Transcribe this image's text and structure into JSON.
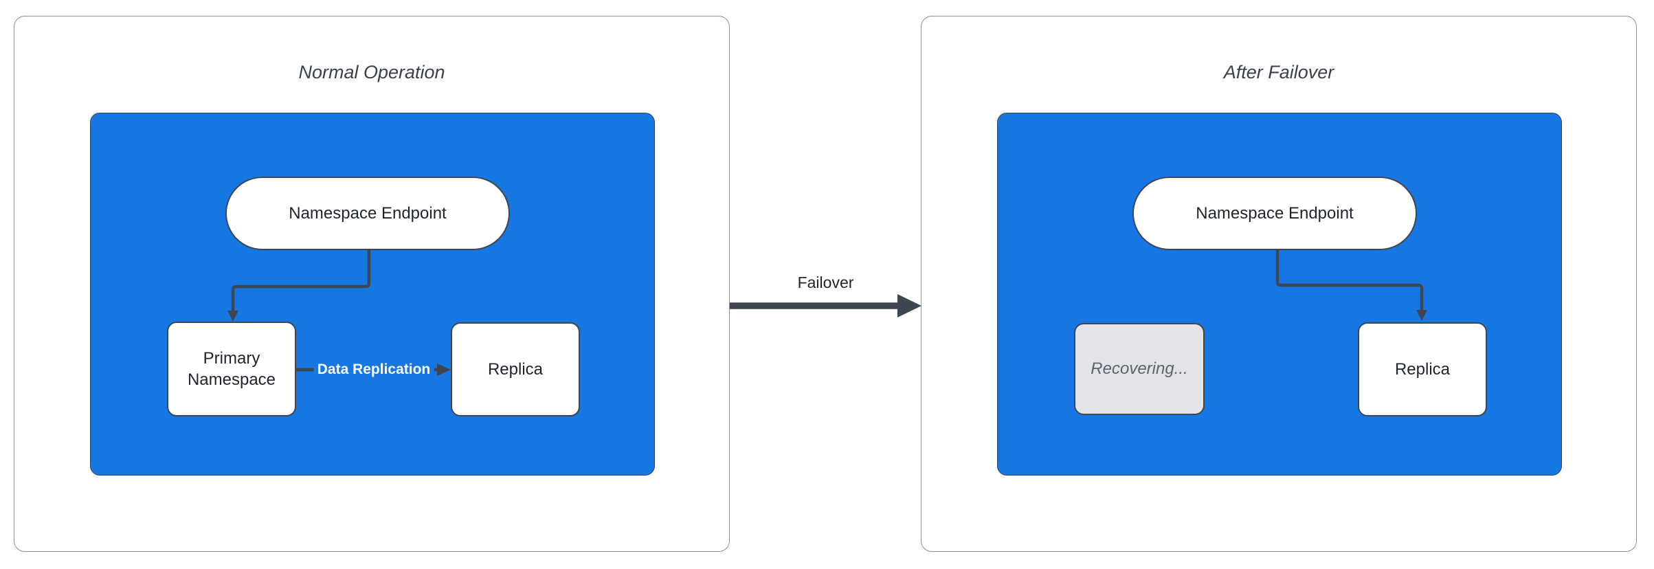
{
  "colors": {
    "canvas_background": "#FFFFFF",
    "panel_border": "#8B919A",
    "container_fill": "#1677E2",
    "container_border": "#3B424C",
    "shape_fill": "#FFFFFF",
    "shape_border": "#3E4651",
    "connector": "#3E4651",
    "title_text": "#3A414B",
    "node_text": "#1F242B",
    "replication_label_text": "#FFFFFF",
    "recovering_fill": "#E2E4E8",
    "recovering_text": "#5C636C"
  },
  "panels": [
    {
      "title": "Normal Operation",
      "endpoint_label": "Namespace Endpoint",
      "primary_label": "Primary Namespace",
      "replica_label": "Replica",
      "replication_label": "Data Replication"
    },
    {
      "title": "After Failover",
      "endpoint_label": "Namespace Endpoint",
      "recovering_label": "Recovering...",
      "replica_label": "Replica"
    }
  ],
  "failover_label": "Failover"
}
